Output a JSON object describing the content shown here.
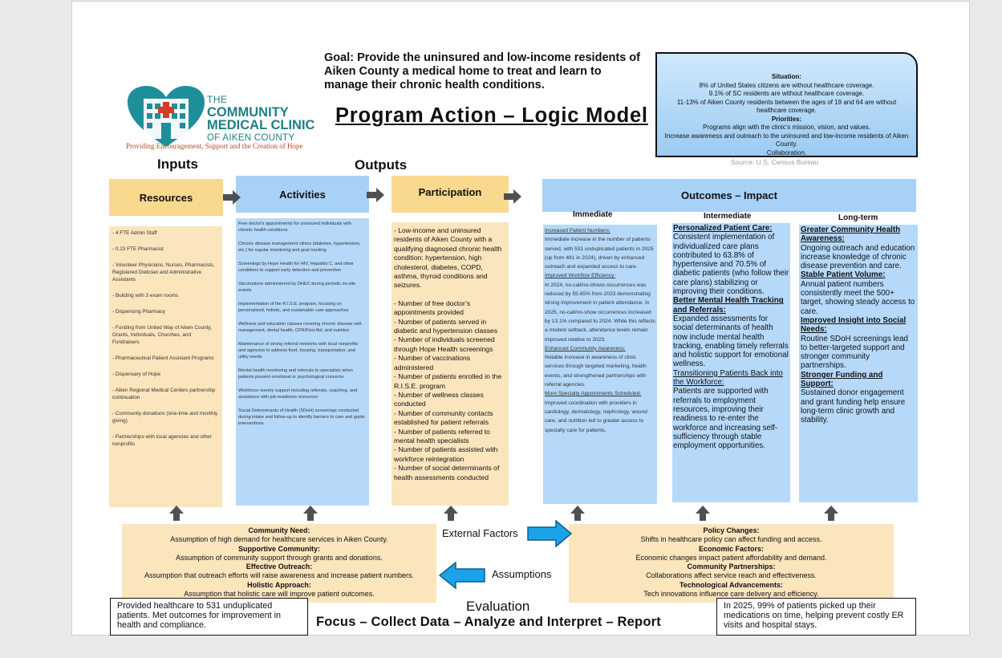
{
  "goal": "Goal: Provide the uninsured and low-income residents of Aiken County a medical home to treat and learn to manage their chronic health conditions.",
  "title": "Program Action – Logic Model",
  "logo": {
    "line1": "THE",
    "line2": "COMMUNITY",
    "line3": "MEDICAL CLINIC",
    "line4": "OF AIKEN COUNTY",
    "tagline": "Providing Encouragement, Support and the Creation of Hope",
    "colors": {
      "teal": "#1e8f9a",
      "red": "#d23b2a"
    },
    "icon": "heart-building-icon"
  },
  "situation": {
    "heading": "Situation:",
    "lines": [
      "8% of United States citizens are without healthcare coverage.",
      "9.1% of SC residents are without healthcare coverage.",
      "11-13% of Aiken County residents between the ages of 19 and 64 are without healthcare coverage."
    ],
    "priorities_heading": "Priorities:",
    "priorities": [
      "Programs align with the clinic’s mission, vision, and values.",
      "Increase awareness and outreach to the uninsured and low-income residents of Aiken County.",
      "Collaboration."
    ],
    "source": "Source: U.S. Census Bureau"
  },
  "headers": {
    "inputs": "Inputs",
    "outputs": "Outputs",
    "resources": "Resources",
    "activities": "Activities",
    "participation": "Participation",
    "outcomes": "Outcomes – Impact",
    "immediate": "Immediate",
    "intermediate": "Intermediate",
    "longterm": "Long-term"
  },
  "resources": [
    "- 4 FTE Admin Staff",
    "- 0.23 FTE Pharmacist",
    "- Volunteer Physicians, Nurses, Pharmacists, Registered Dietician and Administrative Assistants",
    "- Building with 3 exam rooms",
    "- Dispensing Pharmacy",
    "- Funding from United Way of Aiken County, Grants, Individuals, Churches, and Fundraisers",
    "- Pharmaceutical Patient Assistant Programs",
    "- Dispensary of Hope",
    "- Aiken Regional Medical Centers partnership continuation",
    "- Community donations (one-time and monthly giving)",
    "- Partnerships with local agencies and other nonprofits"
  ],
  "activities": [
    "Free doctor's appointments for uninsured individuals with chronic health conditions",
    "Chronic disease management clinics (diabetes, hypertension, etc.) for regular monitoring and goal tracking",
    "Screenings by Hope Health for HIV, Hepatitis C, and other conditions to support early detection and prevention",
    "Vaccinations administered by DHEC during periodic on-site events",
    "Implementation of the R.I.S.E. program, focusing on personalized, holistic, and sustainable care approaches",
    "Wellness and education classes covering chronic disease self-management, dental health, CPR/First Aid, and nutrition",
    "Maintenance of strong referral networks with local nonprofits and agencies to address food, housing, transportation, and utility needs",
    "Mental health monitoring and referrals to specialists when patients present emotional or psychological concerns",
    "Workforce reentry support including referrals, coaching, and assistance with job-readiness resources",
    "Social Determinants of Health (SDoH) screenings conducted during intake and follow-up to identify barriers to care and guide interventions"
  ],
  "participation": {
    "intro": "- Low-income and uninsured residents of Aiken County with a qualifying diagnosed chronic health condition: hypertension, high cholesterol, diabetes, COPD, asthma, thyroid conditions and seizures.",
    "items": [
      "- Number of free doctor’s appointments provided",
      "- Number of patients served in diabetic and hypertension classes",
      "- Number of individuals screened through Hope Health screenings",
      "- Number of vaccinations administered",
      "- Number of patients enrolled in the R.I.S.E. program",
      "- Number of wellness classes conducted",
      "- Number of community contacts established for patient referrals",
      "- Number of patients referred to mental health specialists",
      "- Number of patients assisted with workforce reintegration",
      "- Number of social determinants of health assessments conducted"
    ]
  },
  "immediate": [
    {
      "heading": "Increased Patient Numbers:",
      "text": "Immediate increase in the number of patients served, with 531 unduplicated patients in 2025 (up from 481 in 2024), driven by enhanced outreach and expanded access to care."
    },
    {
      "heading": "Improved Workflow Efficiency:",
      "text": "In 2024, no-call/no-shows occurrences was reduced by 55.65% from 2023 demonstrating strong improvement in patient attendance. In 2025, no-call/no-show occurrences increased by 13.1% compared to 2024. While this reflects a modest setback, attendance levels remain improved relative to 2023."
    },
    {
      "heading": "Enhanced Community Awareness:",
      "text": "Notable increase in awareness of clinic services through targeted marketing, health events, and strengthened partnerships with referral agencies."
    },
    {
      "heading": "More Specialty Appointments Scheduled:",
      "text": "Improved coordination with providers in cardiology, dermatology, nephrology, wound care, and nutrition led to greater access to specialty care for patients."
    }
  ],
  "intermediate": [
    {
      "heading": "Personalized Patient Care:",
      "text": "Consistent implementation of individualized care plans contributed to 63.8% of hypertensive and 70.5% of diabetic patients (who follow their care plans) stabilizing or improving their conditions."
    },
    {
      "heading": "Better Mental Health Tracking and Referrals:",
      "text": "Expanded assessments for social determinants of health now include mental health tracking, enabling timely referrals and holistic support for emotional wellness."
    },
    {
      "heading": "Transitioning Patients Back into the Workforce:",
      "text": "Patients are supported with referrals to employment resources, improving their readiness to re-enter the workforce and increasing self-sufficiency through stable employment opportunities."
    }
  ],
  "longterm": [
    {
      "heading": "Greater Community Health Awareness:",
      "text": "Ongoing outreach and education increase knowledge of chronic disease prevention and care."
    },
    {
      "heading": "Stable Patient Volume:",
      "text": "Annual patient numbers consistently meet the 500+ target, showing steady access to care."
    },
    {
      "heading": "Improved Insight into Social Needs:",
      "text": "Routine SDoH screenings lead to better-targeted support and stronger community partnerships."
    },
    {
      "heading": "Stronger Funding and Support:",
      "text": "Sustained donor engagement and grant funding help ensure long-term clinic growth and stability."
    }
  ],
  "assumptions": [
    {
      "heading": "Community Need:",
      "text": "Assumption of high demand for healthcare services in Aiken County."
    },
    {
      "heading": "Supportive Community:",
      "text": "Assumption of community support through grants and donations."
    },
    {
      "heading": "Effective Outreach:",
      "text": "Assumption that outreach efforts will raise awareness and increase patient numbers."
    },
    {
      "heading": "Holistic Approach:",
      "text": "Assumption that holistic care will improve patient outcomes."
    }
  ],
  "external": [
    {
      "heading": "Policy Changes:",
      "text": "Shifts in healthcare policy can affect funding and access."
    },
    {
      "heading": "Economic Factors:",
      "text": "Economic changes impact patient affordability and demand."
    },
    {
      "heading": "Community Partnerships:",
      "text": "Collaborations affect service reach and effectiveness."
    },
    {
      "heading": "Technological Advancements:",
      "text": "Tech innovations influence care delivery and efficiency."
    }
  ],
  "labels": {
    "external_factors": "External Factors",
    "assumptions": "Assumptions",
    "evaluation": "Evaluation",
    "evaluation_steps": "Focus – Collect Data – Analyze and Interpret – Report"
  },
  "notes": {
    "left": "Provided healthcare to 531 unduplicated patients. Met outcomes for improvement in health and compliance.",
    "right": "In 2025, 99% of patients picked up their medications on time, helping prevent costly ER visits and hospital stays."
  },
  "colors": {
    "tan": "#f8d98e",
    "tan_light": "#fae5bd",
    "blue": "#a8d1f7",
    "blue_light": "#b6d9fa",
    "arrow_blue": "#1aa3e8"
  }
}
